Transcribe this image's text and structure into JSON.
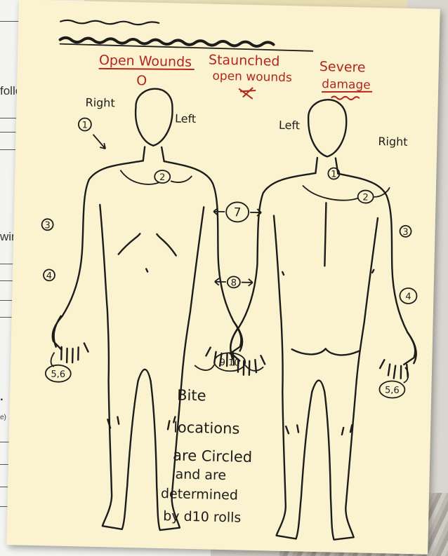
{
  "background_form": {
    "fragment_1": "follo",
    "fragment_2": "win",
    "fragment_3": "e)",
    "fragment_4": "."
  },
  "sheet": {
    "headers": {
      "open_wounds": "Open Wounds",
      "open_wounds_mark": "O",
      "staunched_line1": "Staunched",
      "staunched_line2": "open wounds",
      "severe_line1": "Severe",
      "severe_line2": "damage"
    },
    "front": {
      "right": "Right",
      "left": "Left"
    },
    "back": {
      "left": "Left",
      "right": "Right"
    },
    "markers": {
      "m1": "1",
      "m2": "2",
      "m3": "3",
      "m4": "4",
      "m56": "5,6",
      "m7": "7",
      "m8": "8",
      "m910": "9,10"
    },
    "note": {
      "line1": "Bite",
      "line2": "locations",
      "line3": "are Circled",
      "line4": "and are",
      "line5": "determined",
      "line6": "by d10 rolls"
    }
  },
  "colors": {
    "ink": "#1c1c1c",
    "red_ink": "#b3261e",
    "paper": "#fbf3cf"
  }
}
